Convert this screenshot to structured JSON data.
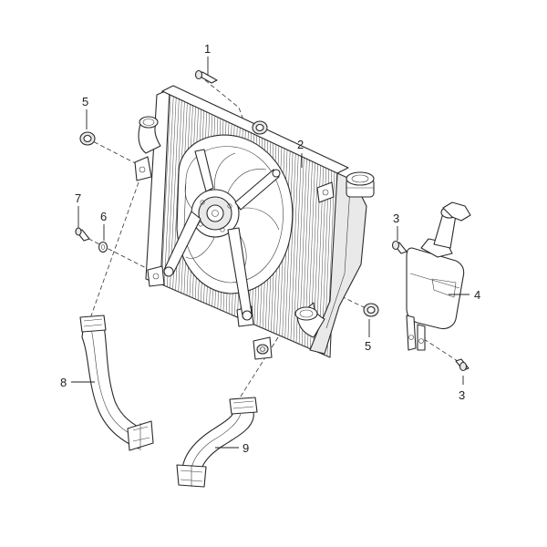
{
  "diagram": {
    "type": "exploded-parts-diagram",
    "line_color": "#2a2a2a",
    "background": "#ffffff",
    "callouts": [
      {
        "id": "c1",
        "label": "1"
      },
      {
        "id": "c2",
        "label": "2"
      },
      {
        "id": "c3a",
        "label": "3"
      },
      {
        "id": "c3b",
        "label": "3"
      },
      {
        "id": "c4",
        "label": "4"
      },
      {
        "id": "c5a",
        "label": "5"
      },
      {
        "id": "c5b",
        "label": "5"
      },
      {
        "id": "c6",
        "label": "6"
      },
      {
        "id": "c7",
        "label": "7"
      },
      {
        "id": "c8",
        "label": "8"
      },
      {
        "id": "c9",
        "label": "9"
      }
    ]
  }
}
